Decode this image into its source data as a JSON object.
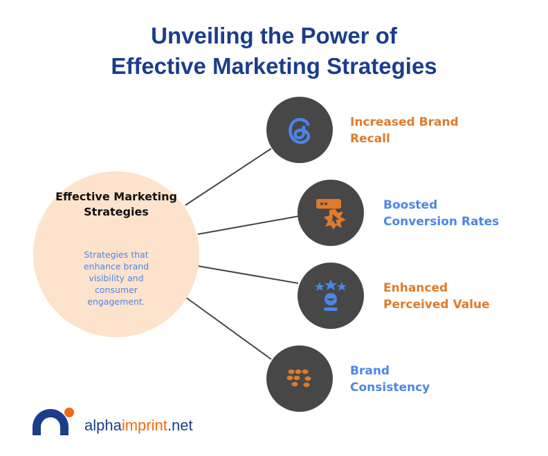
{
  "title": {
    "line1": "Unveiling the Power of",
    "line2": "Effective Marketing Strategies"
  },
  "center": {
    "heading": "Effective Marketing Strategies",
    "description": "Strategies that enhance brand visibility and consumer engagement."
  },
  "items": [
    {
      "line1": "Increased Brand",
      "line2": "Recall",
      "icon": "threads-icon",
      "color": "#e07b2a",
      "icon_color": "#4a86e8"
    },
    {
      "line1": "Boosted",
      "line2": "Conversion Rates",
      "icon": "click-conversion-icon",
      "color": "#4a86e8",
      "icon_color": "#e07b2a"
    },
    {
      "line1": "Enhanced",
      "line2": "Perceived Value",
      "icon": "user-rating-stars-icon",
      "color": "#e07b2a",
      "icon_color": "#4a86e8"
    },
    {
      "line1": "Brand",
      "line2": "Consistency",
      "icon": "blackberry-icon",
      "color": "#4a86e8",
      "icon_color": "#e07b2a"
    }
  ],
  "logo": {
    "part1": "alpha",
    "part2": "imprint",
    "part3": ".net"
  }
}
